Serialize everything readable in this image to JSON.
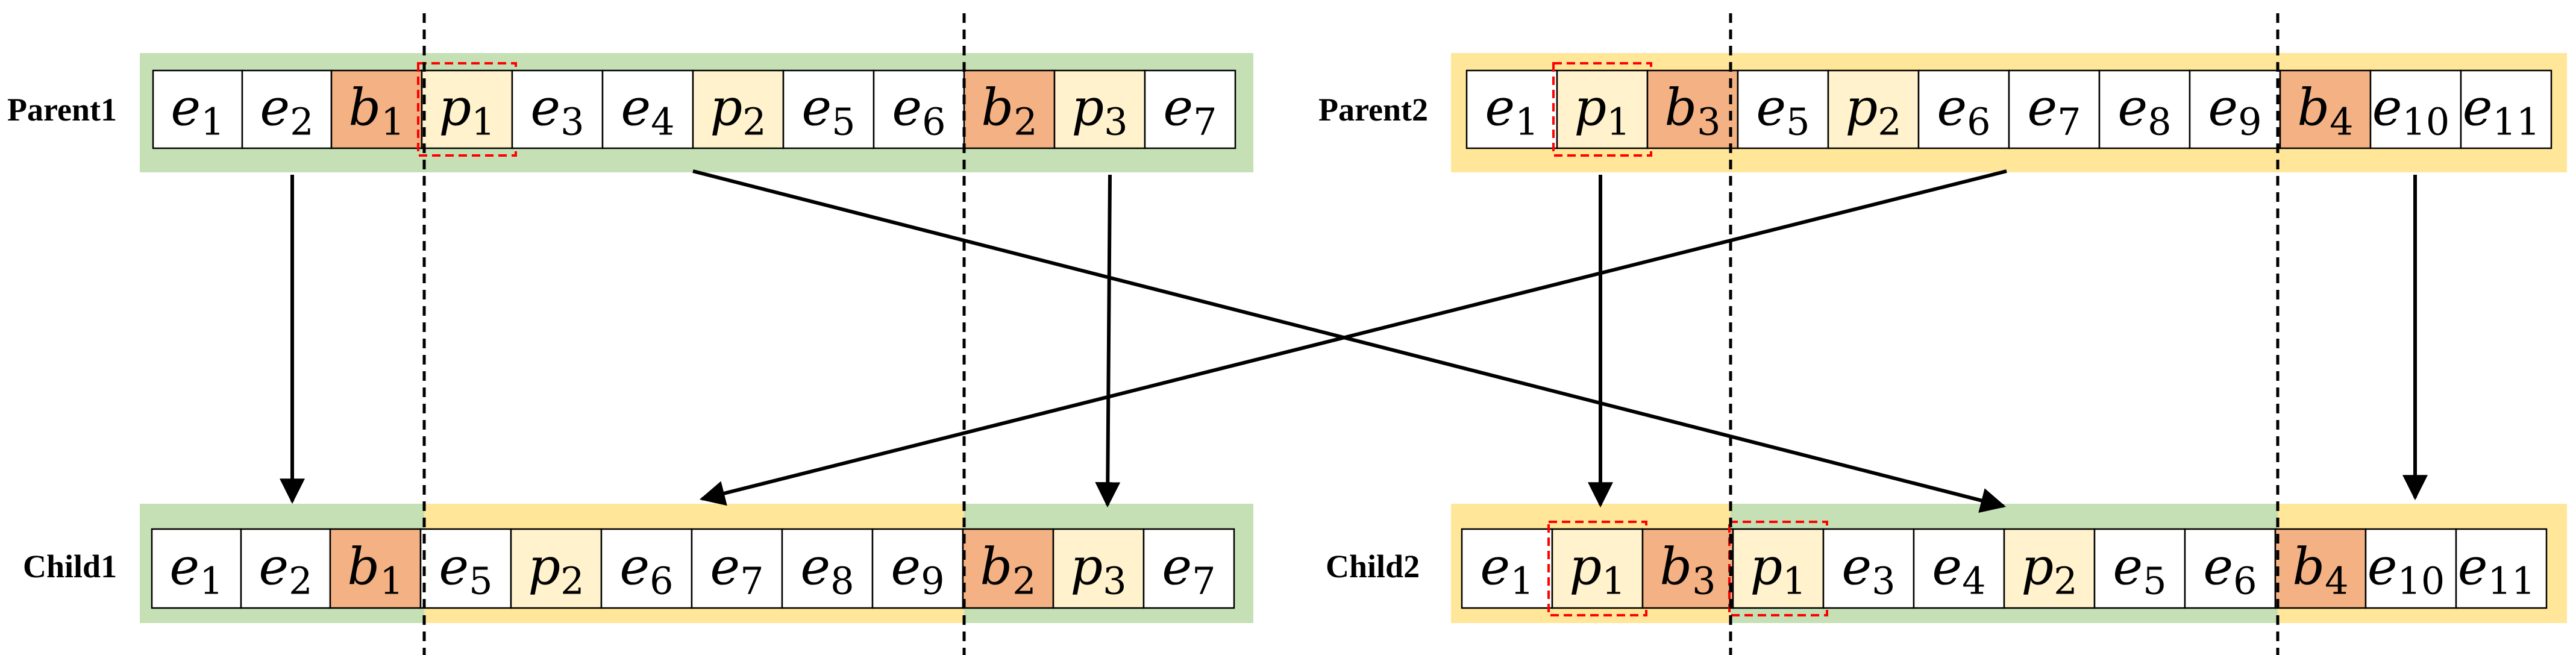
{
  "colors": {
    "green_band": "#c5e0b4",
    "yellow_band": "#ffe699",
    "orange_cell": "#f4b183",
    "light_yellow_cell": "#fff2cc",
    "white_cell": "#ffffff",
    "highlight_dash": "#ff0000",
    "separator": "#000000"
  },
  "rows": [
    {
      "id": "parent1",
      "label": "Parent1",
      "cells": [
        {
          "sym": "e",
          "sub": "1",
          "fill": "white"
        },
        {
          "sym": "e",
          "sub": "2",
          "fill": "white"
        },
        {
          "sym": "b",
          "sub": "1",
          "fill": "orange"
        },
        {
          "sym": "p",
          "sub": "1",
          "fill": "light",
          "highlight": true
        },
        {
          "sym": "e",
          "sub": "3",
          "fill": "white"
        },
        {
          "sym": "e",
          "sub": "4",
          "fill": "white"
        },
        {
          "sym": "p",
          "sub": "2",
          "fill": "light"
        },
        {
          "sym": "e",
          "sub": "5",
          "fill": "white"
        },
        {
          "sym": "e",
          "sub": "6",
          "fill": "white"
        },
        {
          "sym": "b",
          "sub": "2",
          "fill": "orange"
        },
        {
          "sym": "p",
          "sub": "3",
          "fill": "light"
        },
        {
          "sym": "e",
          "sub": "7",
          "fill": "white"
        }
      ]
    },
    {
      "id": "parent2",
      "label": "Parent2",
      "cells": [
        {
          "sym": "e",
          "sub": "1",
          "fill": "white"
        },
        {
          "sym": "p",
          "sub": "1",
          "fill": "light",
          "highlight": true
        },
        {
          "sym": "b",
          "sub": "3",
          "fill": "orange"
        },
        {
          "sym": "e",
          "sub": "5",
          "fill": "white"
        },
        {
          "sym": "p",
          "sub": "2",
          "fill": "light"
        },
        {
          "sym": "e",
          "sub": "6",
          "fill": "white"
        },
        {
          "sym": "e",
          "sub": "7",
          "fill": "white"
        },
        {
          "sym": "e",
          "sub": "8",
          "fill": "white"
        },
        {
          "sym": "e",
          "sub": "9",
          "fill": "white"
        },
        {
          "sym": "b",
          "sub": "4",
          "fill": "orange"
        },
        {
          "sym": "e",
          "sub": "10",
          "fill": "white"
        },
        {
          "sym": "e",
          "sub": "11",
          "fill": "white"
        }
      ]
    },
    {
      "id": "child1",
      "label": "Child1",
      "cells": [
        {
          "sym": "e",
          "sub": "1",
          "fill": "white"
        },
        {
          "sym": "e",
          "sub": "2",
          "fill": "white"
        },
        {
          "sym": "b",
          "sub": "1",
          "fill": "orange"
        },
        {
          "sym": "e",
          "sub": "5",
          "fill": "white"
        },
        {
          "sym": "p",
          "sub": "2",
          "fill": "light"
        },
        {
          "sym": "e",
          "sub": "6",
          "fill": "white"
        },
        {
          "sym": "e",
          "sub": "7",
          "fill": "white"
        },
        {
          "sym": "e",
          "sub": "8",
          "fill": "white"
        },
        {
          "sym": "e",
          "sub": "9",
          "fill": "white"
        },
        {
          "sym": "b",
          "sub": "2",
          "fill": "orange"
        },
        {
          "sym": "p",
          "sub": "3",
          "fill": "light"
        },
        {
          "sym": "e",
          "sub": "7",
          "fill": "white"
        }
      ]
    },
    {
      "id": "child2",
      "label": "Child2",
      "cells": [
        {
          "sym": "e",
          "sub": "1",
          "fill": "white"
        },
        {
          "sym": "p",
          "sub": "1",
          "fill": "light",
          "highlight": true
        },
        {
          "sym": "b",
          "sub": "3",
          "fill": "orange"
        },
        {
          "sym": "p",
          "sub": "1",
          "fill": "light",
          "highlight": true
        },
        {
          "sym": "e",
          "sub": "3",
          "fill": "white"
        },
        {
          "sym": "e",
          "sub": "4",
          "fill": "white"
        },
        {
          "sym": "p",
          "sub": "2",
          "fill": "light"
        },
        {
          "sym": "e",
          "sub": "5",
          "fill": "white"
        },
        {
          "sym": "e",
          "sub": "6",
          "fill": "white"
        },
        {
          "sym": "b",
          "sub": "4",
          "fill": "orange"
        },
        {
          "sym": "e",
          "sub": "10",
          "fill": "white"
        },
        {
          "sym": "e",
          "sub": "11",
          "fill": "white"
        }
      ]
    }
  ]
}
